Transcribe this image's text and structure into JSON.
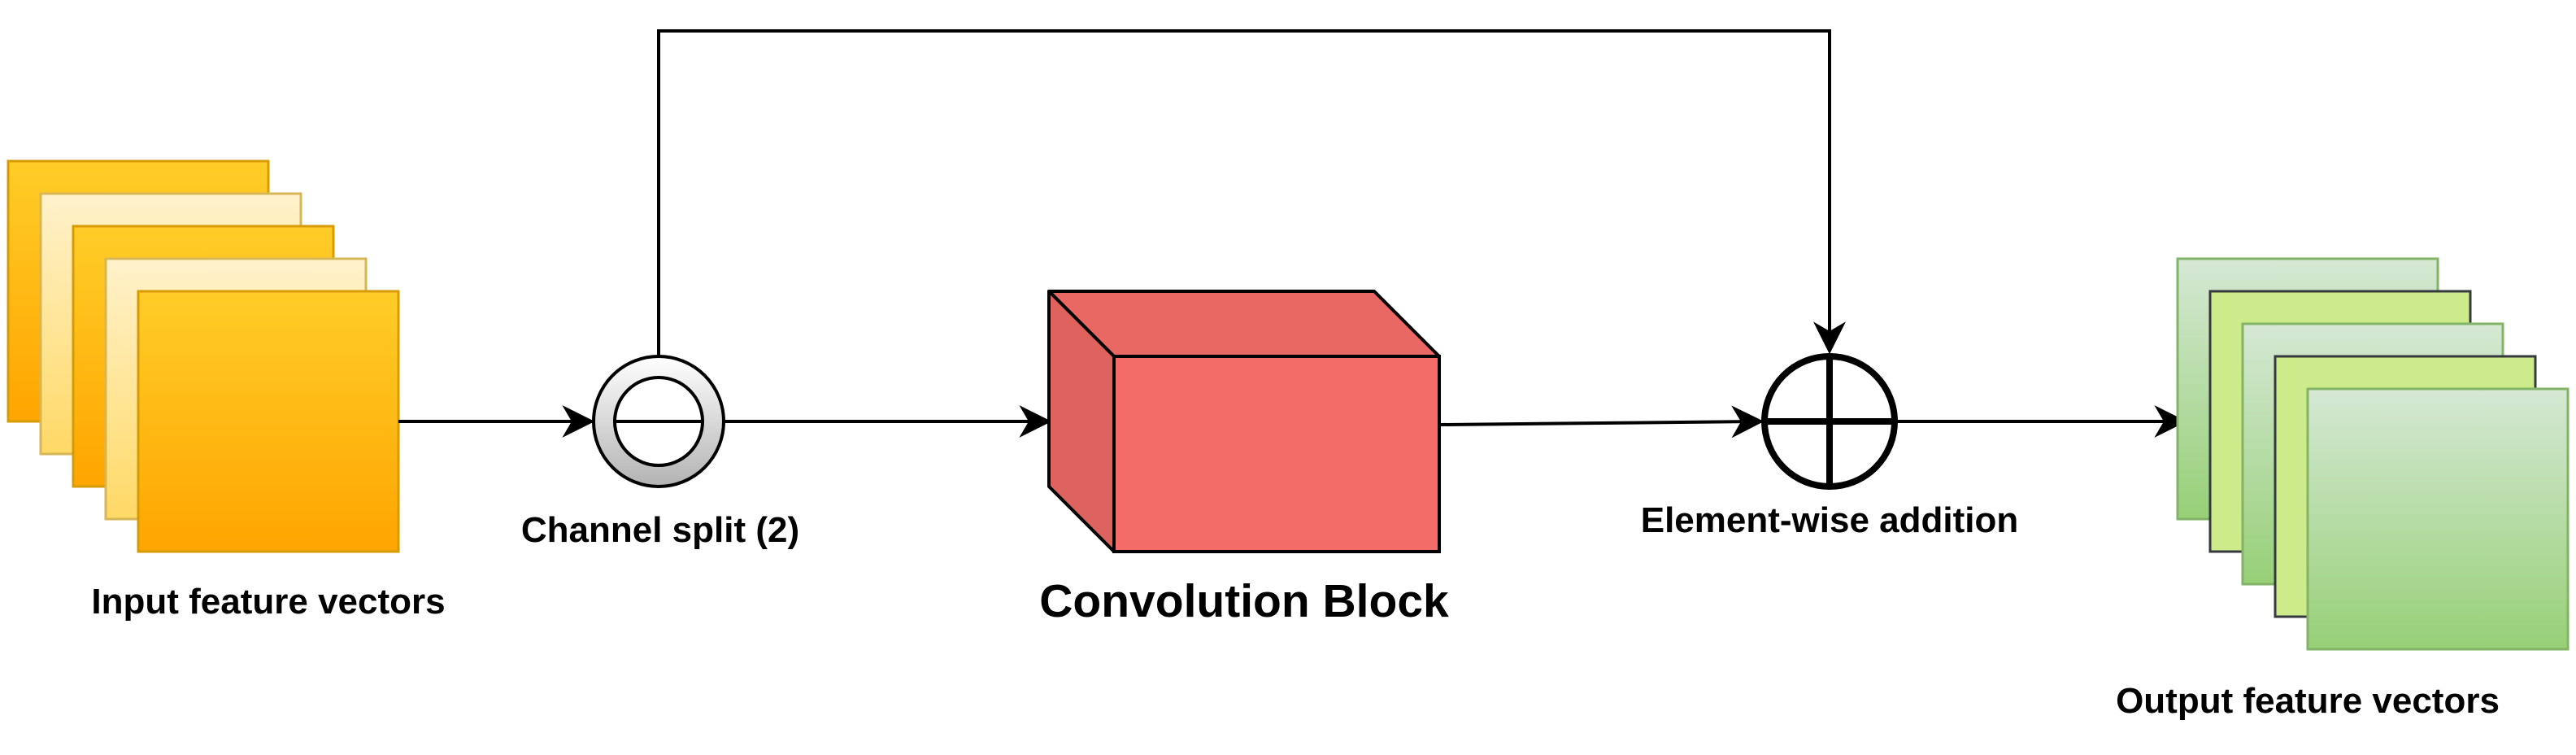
{
  "labels": {
    "input": "Input feature vectors",
    "split": "Channel split (2)",
    "conv": "Convolution Block",
    "add": "Element-wise addition",
    "output": "Output feature vectors"
  },
  "colors": {
    "input_dark_top": "#FFCD28",
    "input_dark_bottom": "#FFA500",
    "input_dark_stroke": "#D79B00",
    "input_light_top": "#FFF2CC",
    "input_light_bottom": "#FFD966",
    "input_light_stroke": "#D6B656",
    "conv_front": "#F36C68",
    "conv_top": "#E96863",
    "conv_side": "#DE625E",
    "output_light_top": "#D5E8D4",
    "output_light_bottom": "#97D077",
    "output_light_stroke": "#82B366",
    "output_lime": "#CDEB8B",
    "split_fill_top": "#FFFFFF",
    "split_fill_bottom": "#B3B3B3"
  }
}
